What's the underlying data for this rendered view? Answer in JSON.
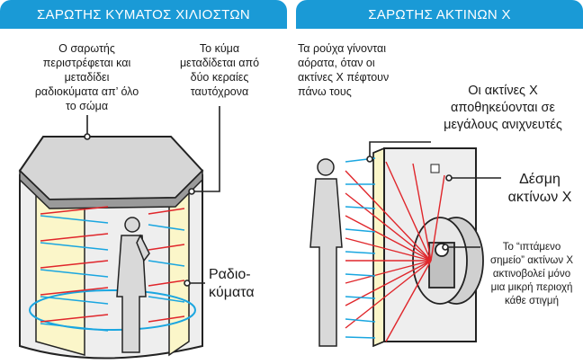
{
  "left": {
    "title": "ΣΑΡΩΤΗΣ ΚΥΜΑΤΟΣ ΧΙΛΙΟΣΤΩΝ",
    "note_rotate": [
      "Ο σαρωτής",
      "περιστρέφεται και",
      "μεταδίδει",
      "ραδιοκύματα απ’ όλο",
      "το σώμα"
    ],
    "note_antennas": [
      "Το κύμα",
      "μεταδίδεται από",
      "δύο κεραίες",
      "ταυτόχρονα"
    ],
    "label_waves": [
      "Ραδιο-",
      "κύματα"
    ]
  },
  "right": {
    "title": "ΣΑΡΩΤΗΣ ΑΚΤΙΝΩΝ Χ",
    "note_clothes": [
      "Τα ρούχα γίνονται",
      "αόρατα, όταν οι",
      "ακτίνες Χ πέφτουν",
      "πάνω τους"
    ],
    "note_detectors": [
      "Οι ακτίνες Χ",
      "αποθηκεύονται  σε",
      "μεγάλους ανιχνευτές"
    ],
    "label_beam": [
      "Δέσμη",
      "ακτίνων Χ"
    ],
    "note_spot": [
      "Το “ιπτάμενο",
      "σημείο” ακτίνων Χ",
      "ακτινοβολεί μόνο",
      "μια μικρή περιοχή",
      "κάθε στιγμή"
    ]
  },
  "colors": {
    "header": "#1a9ad6",
    "arrow_blue": "#1aa6e0",
    "arrow_red": "#e0262b",
    "glass": "#fbf6c9"
  }
}
